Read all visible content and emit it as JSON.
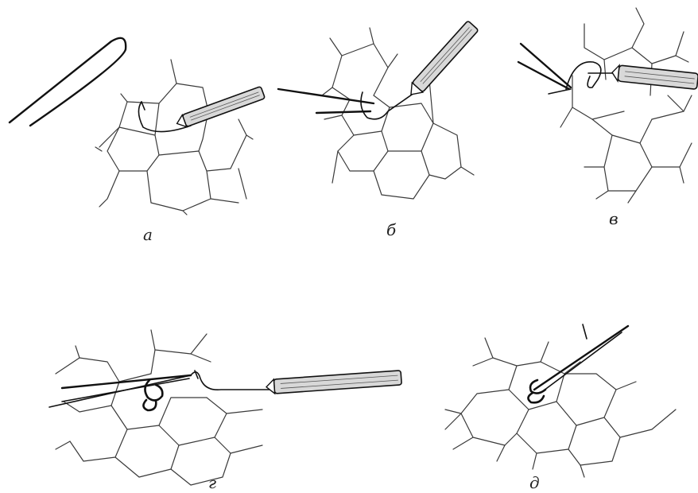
{
  "panels": [
    {
      "id": "a",
      "label": "a"
    },
    {
      "id": "b",
      "label": "б"
    },
    {
      "id": "v",
      "label": "в"
    },
    {
      "id": "g",
      "label": "г"
    },
    {
      "id": "d",
      "label": "д"
    }
  ]
}
